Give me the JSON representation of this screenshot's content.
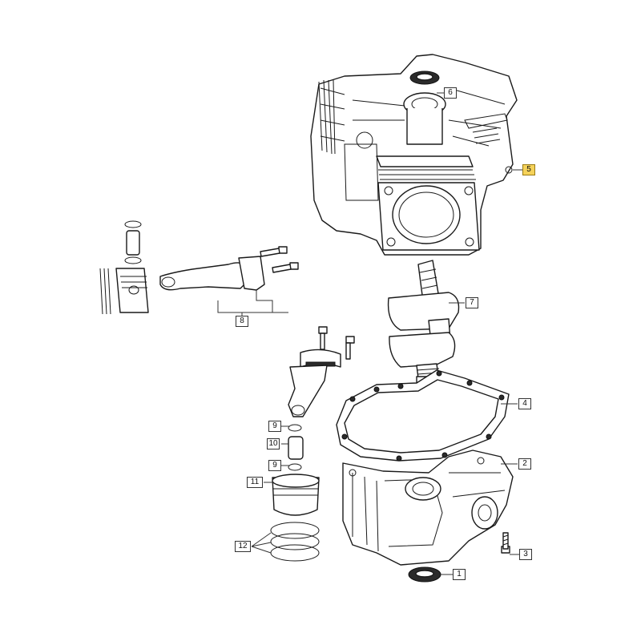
{
  "callouts": [
    {
      "id": "c5",
      "label": "5",
      "highlight": true
    },
    {
      "id": "c6",
      "label": "6",
      "highlight": false
    },
    {
      "id": "c7",
      "label": "7",
      "highlight": false
    },
    {
      "id": "c8",
      "label": "8",
      "highlight": false
    },
    {
      "id": "c4",
      "label": "4",
      "highlight": false
    },
    {
      "id": "c2",
      "label": "2",
      "highlight": false
    },
    {
      "id": "c9a",
      "label": "9",
      "highlight": false
    },
    {
      "id": "c10",
      "label": "10",
      "highlight": false
    },
    {
      "id": "c9b",
      "label": "9",
      "highlight": false
    },
    {
      "id": "c11",
      "label": "11",
      "highlight": false
    },
    {
      "id": "c12",
      "label": "12",
      "highlight": false
    },
    {
      "id": "c3",
      "label": "3",
      "highlight": false
    },
    {
      "id": "c1",
      "label": "1",
      "highlight": false
    }
  ],
  "colors": {
    "highlight": "#f5d25a",
    "line": "#1a1a1a"
  }
}
